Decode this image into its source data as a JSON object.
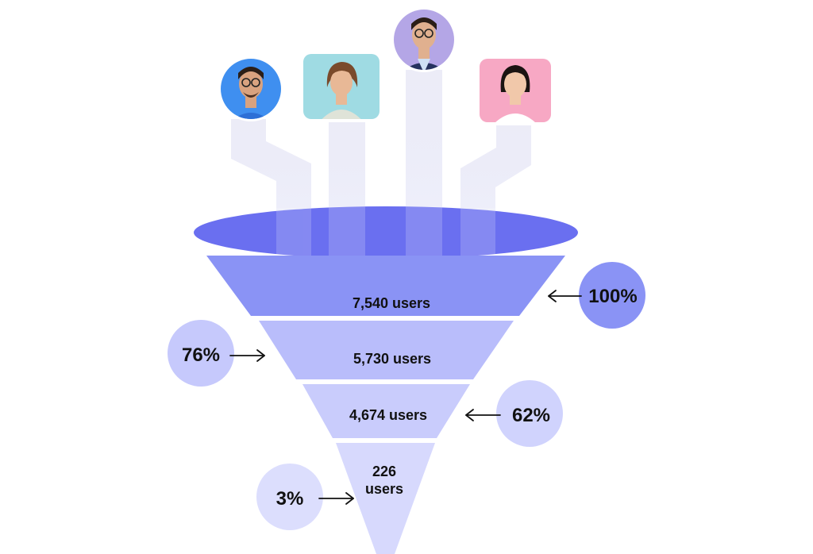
{
  "funnel": {
    "stages": [
      {
        "users_label": "7,540 users",
        "users_line1": "",
        "users_line2": "",
        "percent_label": "100%",
        "color": "#8a93f5"
      },
      {
        "users_label": "5,730 users",
        "users_line1": "",
        "users_line2": "",
        "percent_label": "76%",
        "color": "#b9bdfb"
      },
      {
        "users_label": "4,674 users",
        "users_line1": "",
        "users_line2": "",
        "percent_label": "62%",
        "color": "#c9ccfc"
      },
      {
        "users_label": "",
        "users_line1": "226",
        "users_line2": "users",
        "percent_label": "3%",
        "color": "#d7d9fd"
      }
    ],
    "rim_color": "#6a6ff0",
    "stream_color": "#e9e9f6",
    "avatars": [
      {
        "icon": "man-glasses-avatar",
        "shape": "circle",
        "bg": "#3f8ff0",
        "skin": "#d9a27f",
        "shirt": "#2d6fd6"
      },
      {
        "icon": "woman-avatar",
        "shape": "rounded-square",
        "bg": "#9fdbe3",
        "skin": "#e8b896",
        "shirt": "#dfe3d8"
      },
      {
        "icon": "businessman-avatar",
        "shape": "circle",
        "bg": "#b4a6e6",
        "skin": "#e0b08f",
        "shirt": "#26325e"
      },
      {
        "icon": "smiling-woman-avatar",
        "shape": "rounded-square",
        "bg": "#f7a8c4",
        "skin": "#f1c8aa",
        "shirt": "#ffffff"
      }
    ]
  }
}
